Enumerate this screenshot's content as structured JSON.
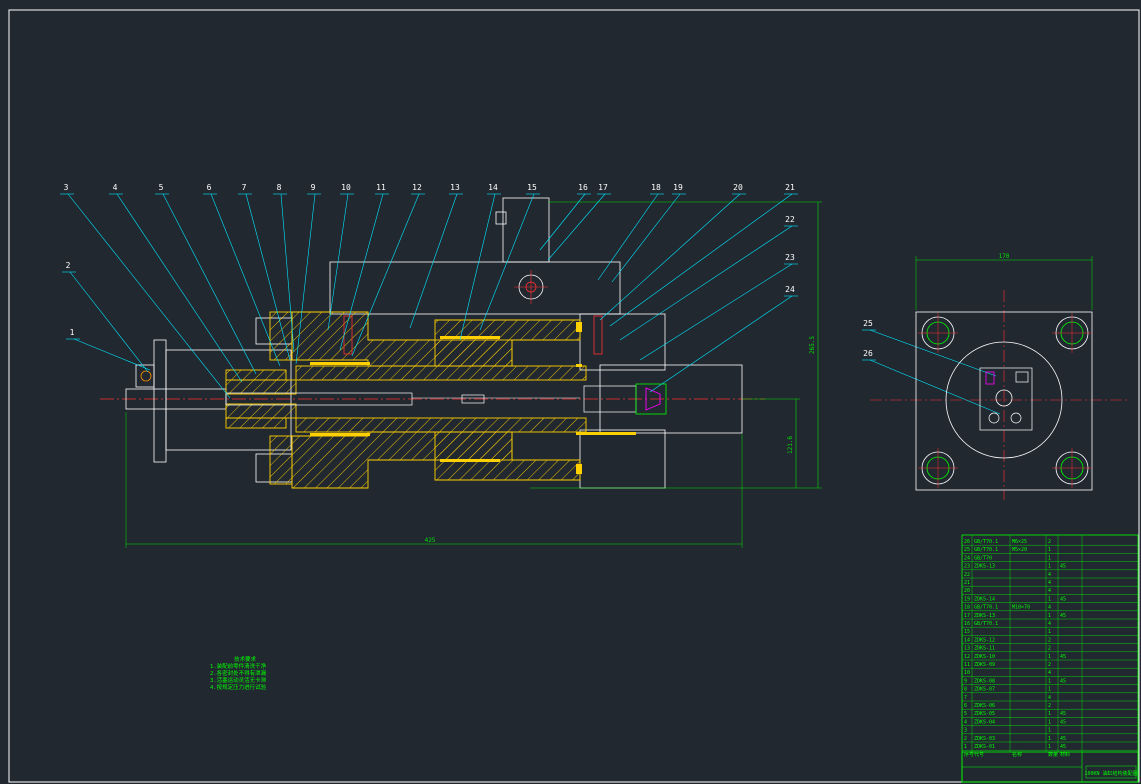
{
  "drawing": {
    "leaders_left": [
      {
        "n": "1"
      },
      {
        "n": "2"
      },
      {
        "n": "3"
      },
      {
        "n": "4"
      },
      {
        "n": "5"
      },
      {
        "n": "6"
      },
      {
        "n": "7"
      },
      {
        "n": "8"
      },
      {
        "n": "9"
      },
      {
        "n": "10"
      },
      {
        "n": "11"
      },
      {
        "n": "12"
      },
      {
        "n": "13"
      },
      {
        "n": "14"
      },
      {
        "n": "15"
      },
      {
        "n": "16"
      },
      {
        "n": "17"
      },
      {
        "n": "18"
      },
      {
        "n": "19"
      }
    ],
    "leaders_right": [
      {
        "n": "20"
      },
      {
        "n": "21"
      },
      {
        "n": "22"
      },
      {
        "n": "23"
      },
      {
        "n": "24"
      }
    ],
    "leaders_side": [
      {
        "n": "25"
      },
      {
        "n": "26"
      }
    ],
    "dimensions": {
      "length": "425",
      "height": "265.5",
      "offset": "121.6",
      "side_width": "170"
    },
    "tech_notes": {
      "title": "技术要求",
      "lines": [
        "1.装配前零件清洗干净",
        "2.各密封处不得有泄漏",
        "3.活塞运动灵活无卡滞",
        "4.按规定压力进行试验"
      ]
    },
    "bom_rows": [
      [
        "26",
        "GB/T70.1",
        "M6×25",
        "2",
        ""
      ],
      [
        "25",
        "GB/T70.1",
        "M5×20",
        "1",
        ""
      ],
      [
        "24",
        "GB/T70",
        "",
        "1",
        ""
      ],
      [
        "23",
        "ZDKS-13",
        "",
        "1",
        "45"
      ],
      [
        "22",
        "",
        "",
        "4",
        ""
      ],
      [
        "21",
        "",
        "",
        "4",
        ""
      ],
      [
        "20",
        "",
        "",
        "4",
        ""
      ],
      [
        "19",
        "ZDKS-14",
        "",
        "1",
        "45"
      ],
      [
        "18",
        "GB/T70.1",
        "M10×70",
        "4",
        ""
      ],
      [
        "17",
        "ZDKS-13",
        "",
        "1",
        "45"
      ],
      [
        "16",
        "GB/T70.1",
        "",
        "4",
        ""
      ],
      [
        "15",
        "",
        "",
        "1",
        ""
      ],
      [
        "14",
        "ZDKS-12",
        "",
        "2",
        ""
      ],
      [
        "13",
        "ZDKS-11",
        "",
        "2",
        ""
      ],
      [
        "12",
        "ZDKS-10",
        "",
        "1",
        "45"
      ],
      [
        "11",
        "ZDKS-09",
        "",
        "2",
        ""
      ],
      [
        "10",
        "",
        "",
        "4",
        ""
      ],
      [
        "9",
        "ZDKS-08",
        "",
        "1",
        "45"
      ],
      [
        "8",
        "ZDKS-07",
        "",
        "1",
        ""
      ],
      [
        "7",
        "",
        "",
        "4",
        ""
      ],
      [
        "6",
        "ZDKS-06",
        "",
        "2",
        ""
      ],
      [
        "5",
        "ZDKS-05",
        "",
        "1",
        "45"
      ],
      [
        "4",
        "ZDKS-04",
        "",
        "1",
        "45"
      ],
      [
        "3",
        "",
        "",
        "1",
        ""
      ],
      [
        "2",
        "ZDKS-03",
        "",
        "1",
        "45"
      ],
      [
        "1",
        "ZDKS-01",
        "",
        "1",
        "45"
      ]
    ],
    "bom_header": [
      "序号",
      "代号",
      "名称",
      "数量",
      "材料"
    ],
    "title_block": {
      "name": "100KN 油缸结构装配图"
    }
  }
}
